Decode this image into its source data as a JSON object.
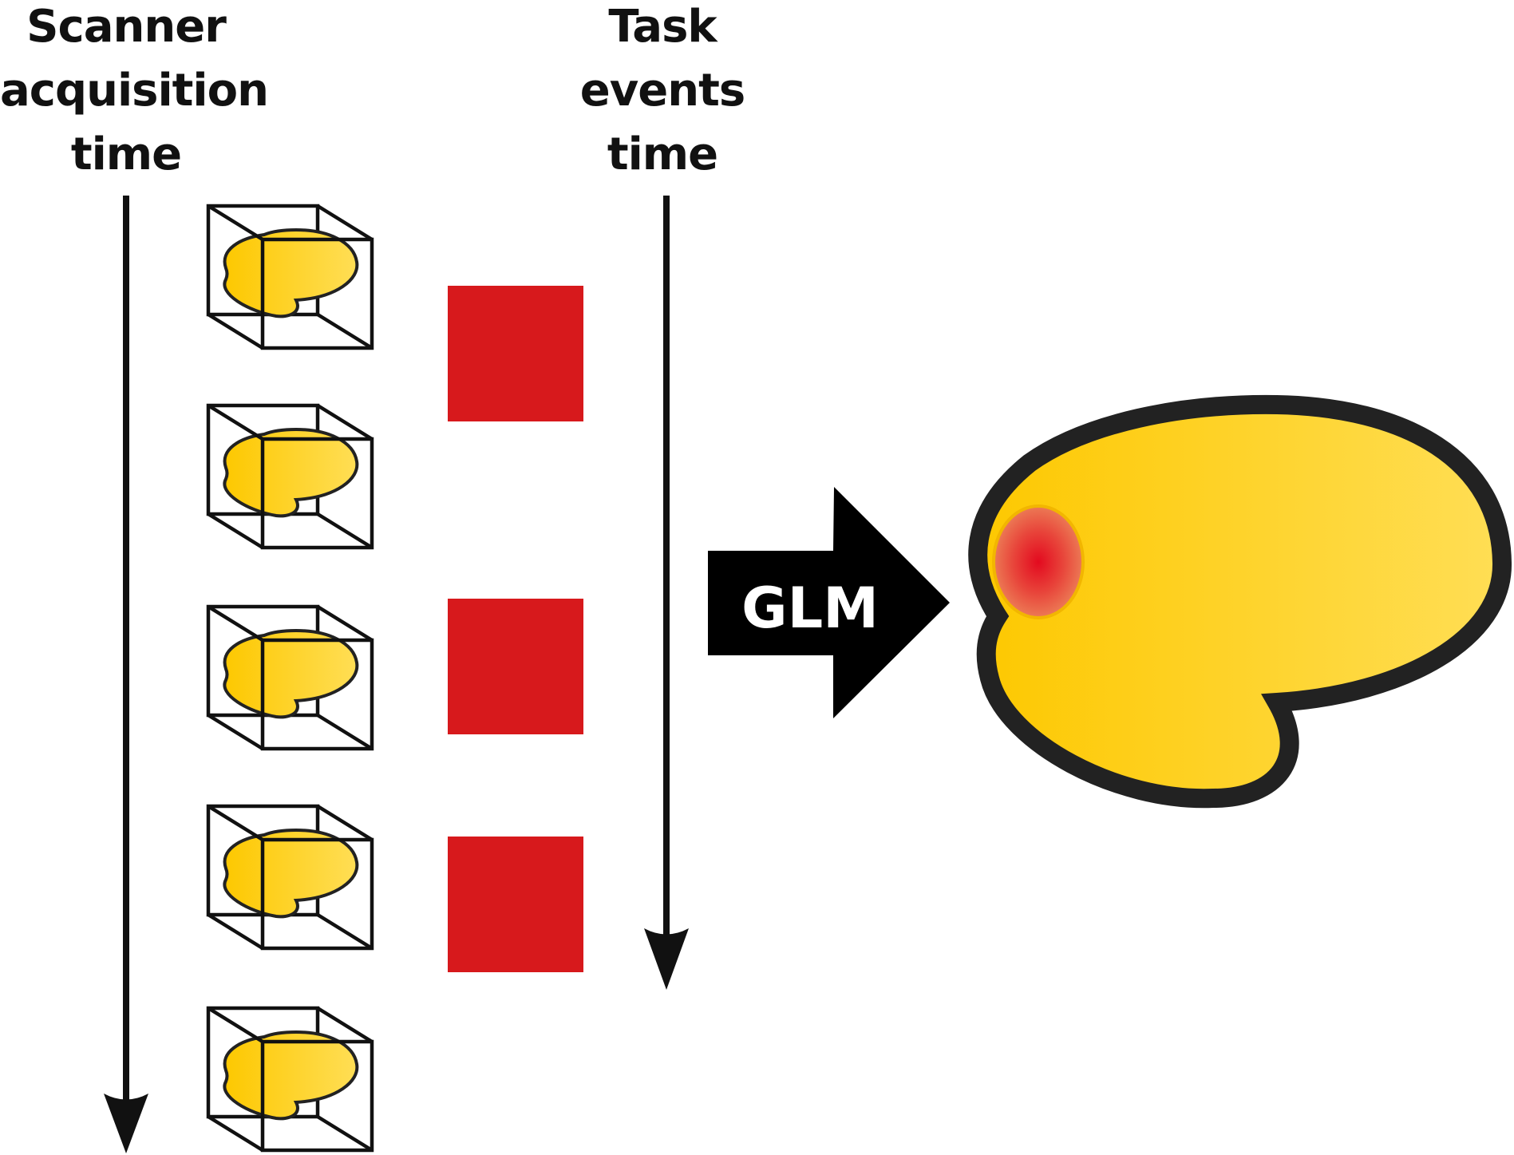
{
  "scanner_axis": {
    "label_lines": [
      "Scanner",
      "acquisition",
      "time"
    ]
  },
  "task_axis": {
    "label_lines": [
      "Task",
      "events",
      "time"
    ]
  },
  "glm_arrow": {
    "label": "GLM"
  },
  "colors": {
    "task_event": "#d7191c",
    "brain_fill_dark": "#fdc800",
    "brain_fill_light": "#ffde55",
    "activation": "#e30a1f",
    "outline": "#111111",
    "arrow": "#000000"
  },
  "icons": {
    "volume": "brain-volume-cube-icon",
    "task_event": "task-event-block",
    "result": "activation-brain-map"
  }
}
